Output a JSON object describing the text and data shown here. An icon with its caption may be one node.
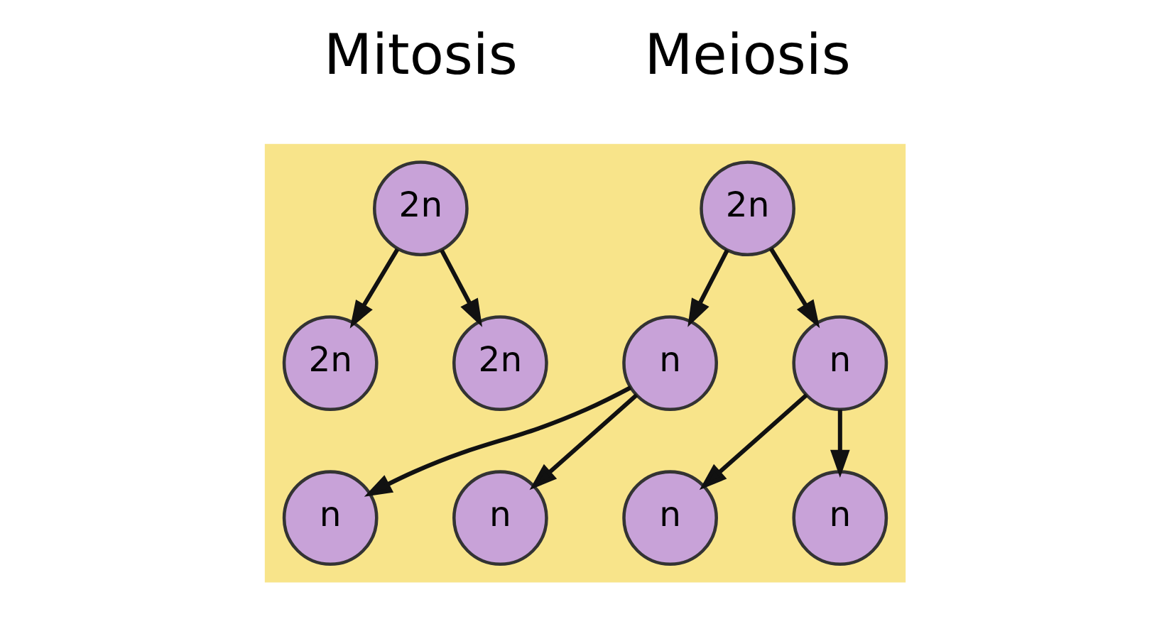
{
  "diagram": {
    "nodes": [
      {
        "text": [],
        "shape": "box"
      },
      {
        "text": [
          "2n"
        ],
        "in": 0
      },
      {
        "text": [
          "2n"
        ],
        "in": 0
      },
      {
        "text": [
          "2n"
        ],
        "in": 0
      },
      {
        "text": [
          "2n"
        ],
        "in": 0
      },
      {
        "text": [
          "n"
        ],
        "in": 0
      },
      {
        "text": [
          "n"
        ],
        "in": 0
      },
      {
        "text": [
          "n"
        ],
        "in": 0
      },
      {
        "text": [
          "n"
        ],
        "in": 0
      },
      {
        "text": [
          "n"
        ],
        "in": 0
      },
      {
        "text": [
          "n"
        ],
        "in": 0
      }
    ],
    "edges": [
      {
        "from": 1,
        "to": 2,
        "arrow": "to"
      },
      {
        "from": 1,
        "to": 3,
        "arrow": "to"
      },
      {
        "from": 4,
        "to": 5,
        "arrow": "to"
      },
      {
        "from": 4,
        "to": 6,
        "arrow": "to"
      },
      {
        "from": 5,
        "to": 7,
        "arrow": "to"
      },
      {
        "from": 5,
        "to": 8,
        "arrow": "to"
      },
      {
        "from": 6,
        "to": 9,
        "arrow": "to"
      },
      {
        "from": 6,
        "to": 10,
        "arrow": "to"
      }
    ],
    "labels": [
      "Mitosis",
      "Meiosis"
    ]
  }
}
